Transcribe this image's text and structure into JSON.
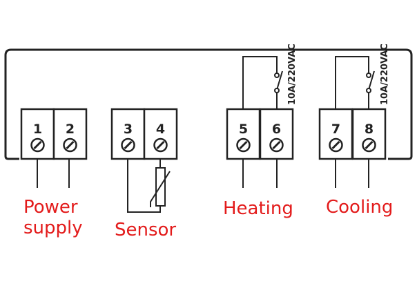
{
  "colors": {
    "line": "#222222",
    "label": "#e31b1b",
    "background": "#ffffff"
  },
  "terminals": [
    {
      "number": "1"
    },
    {
      "number": "2"
    },
    {
      "number": "3"
    },
    {
      "number": "4"
    },
    {
      "number": "5"
    },
    {
      "number": "6"
    },
    {
      "number": "7"
    },
    {
      "number": "8"
    }
  ],
  "relays": [
    {
      "rating": "10A/220VAC"
    },
    {
      "rating": "10A/220VAC"
    }
  ],
  "labels": {
    "power_line1": "Power",
    "power_line2": "supply",
    "sensor": "Sensor",
    "heating": "Heating",
    "cooling": "Cooling"
  },
  "icons": {
    "screw": "screw-icon",
    "sensor_element": "thermistor-icon",
    "relay_switch": "relay-switch-icon"
  }
}
